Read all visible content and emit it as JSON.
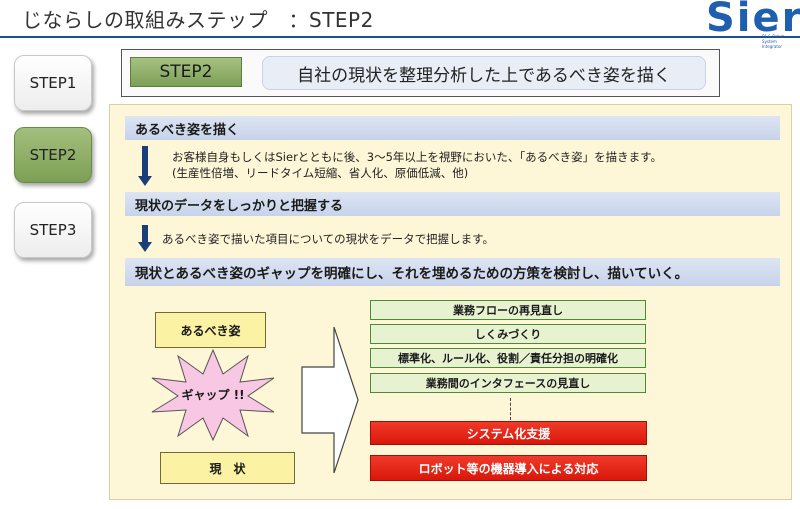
{
  "header": {
    "title": "じならしの取組みステップ　：STEP2",
    "logo": "Sier",
    "logo_tagline": "FA & Robot System Integrator"
  },
  "steps": [
    {
      "label": "STEP1",
      "active": false
    },
    {
      "label": "STEP2",
      "active": true
    },
    {
      "label": "STEP3",
      "active": false
    }
  ],
  "banner": {
    "step_label": "STEP2",
    "text": "自社の現状を整理分析した上であるべき姿を描く"
  },
  "sections": {
    "s1_title": "あるべき姿を描く",
    "s1_note1": "お客様自身もしくはSierとともに後、3～5年以上を視野においた、「あるべき姿」を描きます。",
    "s1_note2": "(生産性倍増、リードタイム短縮、省人化、原価低減、他)",
    "s2_title": "現状のデータをしっかりと把握する",
    "s2_note": "あるべき姿で描いた項目についての現状をデータで把握します。",
    "s3_title": "現状とあるべき姿のギャップを明確にし、それを埋めるための方策を検討し、描いていく。"
  },
  "diagram": {
    "ideal": "あるべき姿",
    "gap": "ギャップ !!",
    "current": "現　状",
    "measures": [
      "業務フローの再見直し",
      "しくみづくり",
      "標準化、ルール化、役割／責任分担の明確化",
      "業務間のインタフェースの見直し"
    ],
    "system": "システム化支援",
    "robot": "ロボット等の機器導入による対応"
  },
  "colors": {
    "accent_blue": "#1f4e8c",
    "step_active": "#8fae68",
    "panel_bg": "#fdf7d7",
    "red": "#e8271a"
  }
}
